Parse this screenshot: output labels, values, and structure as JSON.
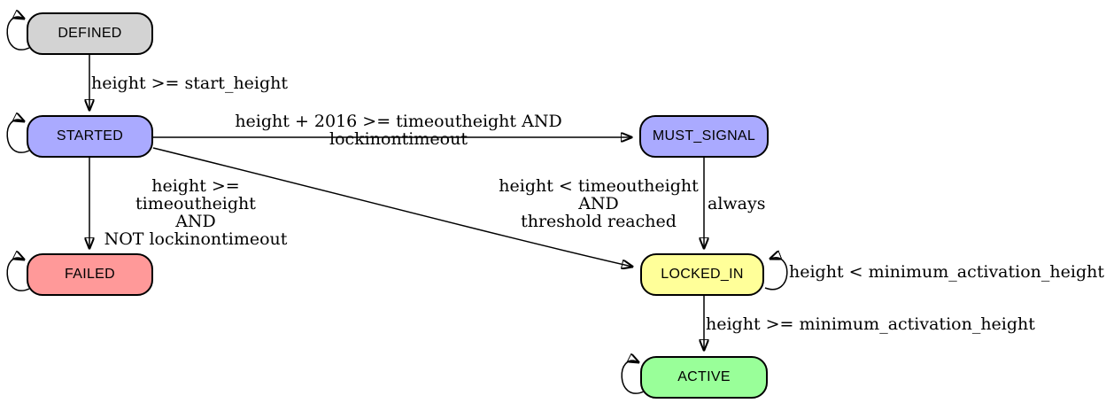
{
  "diagram": {
    "type": "state-machine",
    "background": "#ffffff",
    "edge_color": "#000000",
    "node_border_color": "#000000",
    "nodes": [
      {
        "id": "defined",
        "label": "DEFINED",
        "fill": "#d3d3d3"
      },
      {
        "id": "started",
        "label": "STARTED",
        "fill": "#aaaaff"
      },
      {
        "id": "must_signal",
        "label": "MUST_SIGNAL",
        "fill": "#aaaaff"
      },
      {
        "id": "failed",
        "label": "FAILED",
        "fill": "#ff9999"
      },
      {
        "id": "locked_in",
        "label": "LOCKED_IN",
        "fill": "#ffff99"
      },
      {
        "id": "active",
        "label": "ACTIVE",
        "fill": "#99ff99"
      }
    ],
    "edges": [
      {
        "from": "DEFINED",
        "to": "DEFINED",
        "label": ""
      },
      {
        "from": "DEFINED",
        "to": "STARTED",
        "label": "height >= start_height"
      },
      {
        "from": "STARTED",
        "to": "STARTED",
        "label": ""
      },
      {
        "from": "STARTED",
        "to": "MUST_SIGNAL",
        "label": "height + 2016 >= timeoutheight AND lockinontimeout"
      },
      {
        "from": "STARTED",
        "to": "FAILED",
        "label": "height >= timeoutheight\nAND\nNOT lockinontimeout"
      },
      {
        "from": "STARTED",
        "to": "LOCKED_IN",
        "label": "height < timeoutheight\nAND\nthreshold reached"
      },
      {
        "from": "MUST_SIGNAL",
        "to": "LOCKED_IN",
        "label": "always"
      },
      {
        "from": "FAILED",
        "to": "FAILED",
        "label": ""
      },
      {
        "from": "LOCKED_IN",
        "to": "LOCKED_IN",
        "label": "height < minimum_activation_height"
      },
      {
        "from": "LOCKED_IN",
        "to": "ACTIVE",
        "label": "height >= minimum_activation_height"
      },
      {
        "from": "ACTIVE",
        "to": "ACTIVE",
        "label": ""
      }
    ]
  }
}
